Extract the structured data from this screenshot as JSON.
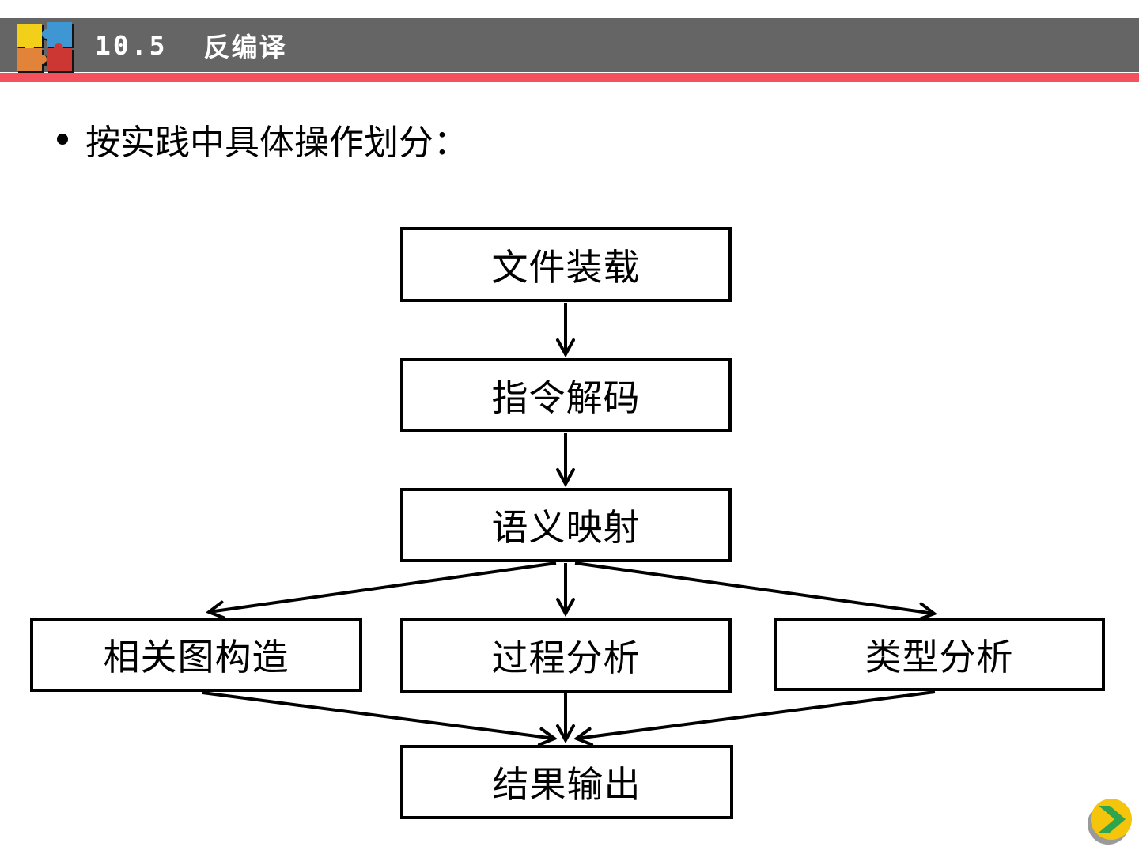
{
  "slide": {
    "header": {
      "section_number": "10.5",
      "section_title": "反编译"
    },
    "bullet": {
      "marker": "•",
      "text": "按实践中具体操作划分："
    },
    "flowchart": {
      "nodes": [
        {
          "id": "file-loading",
          "label": "文件装载"
        },
        {
          "id": "instruction-decoding",
          "label": "指令解码"
        },
        {
          "id": "semantic-mapping",
          "label": "语义映射"
        },
        {
          "id": "graph-construction",
          "label": "相关图构造"
        },
        {
          "id": "process-analysis",
          "label": "过程分析"
        },
        {
          "id": "type-analysis",
          "label": "类型分析"
        },
        {
          "id": "result-output",
          "label": "结果输出"
        }
      ],
      "edges": [
        {
          "from": "文件装载",
          "to": "指令解码"
        },
        {
          "from": "指令解码",
          "to": "语义映射"
        },
        {
          "from": "语义映射",
          "to": "相关图构造"
        },
        {
          "from": "语义映射",
          "to": "过程分析"
        },
        {
          "from": "语义映射",
          "to": "类型分析"
        },
        {
          "from": "相关图构造",
          "to": "结果输出"
        },
        {
          "from": "过程分析",
          "to": "结果输出"
        },
        {
          "from": "类型分析",
          "to": "结果输出"
        }
      ]
    },
    "colors": {
      "header_bar": "#656565",
      "accent_line": "#F4515F",
      "box_border": "#000000",
      "nav_button_yellow": "#F5C50C",
      "nav_button_green": "#2EA44E",
      "logo_yellow": "#F2D019",
      "logo_blue": "#3E97D3",
      "logo_orange": "#E2833A",
      "logo_red": "#CC3633"
    },
    "nav": {
      "next_icon": "next-arrow"
    }
  }
}
